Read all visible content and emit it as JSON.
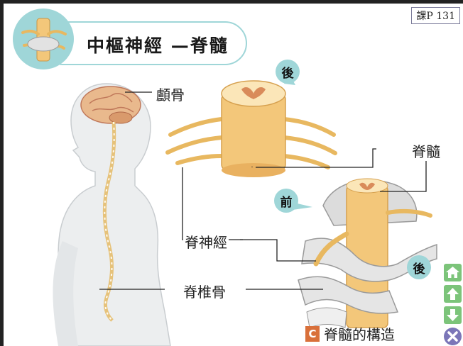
{
  "page_ref": "課P 131",
  "title": "中樞神經 —脊髓",
  "labels": {
    "skull": "顱骨",
    "spinal_nerve": "脊神經",
    "vertebra": "脊椎骨",
    "spinal_cord": "脊髓"
  },
  "badges": {
    "back_top": "後",
    "front": "前",
    "back_bottom": "後"
  },
  "caption": {
    "badge": "C",
    "text": "脊髓的構造"
  },
  "nav": {
    "home_icon": "home-icon",
    "up_icon": "arrow-up-icon",
    "down_icon": "arrow-down-icon",
    "close_icon": "close-icon"
  },
  "colors": {
    "accent_teal": "#9fd6d8",
    "nerve": "#e8b860",
    "nav_green": "#7cc47a",
    "close_purple": "#7b76b8",
    "caption_badge": "#d9703a"
  }
}
